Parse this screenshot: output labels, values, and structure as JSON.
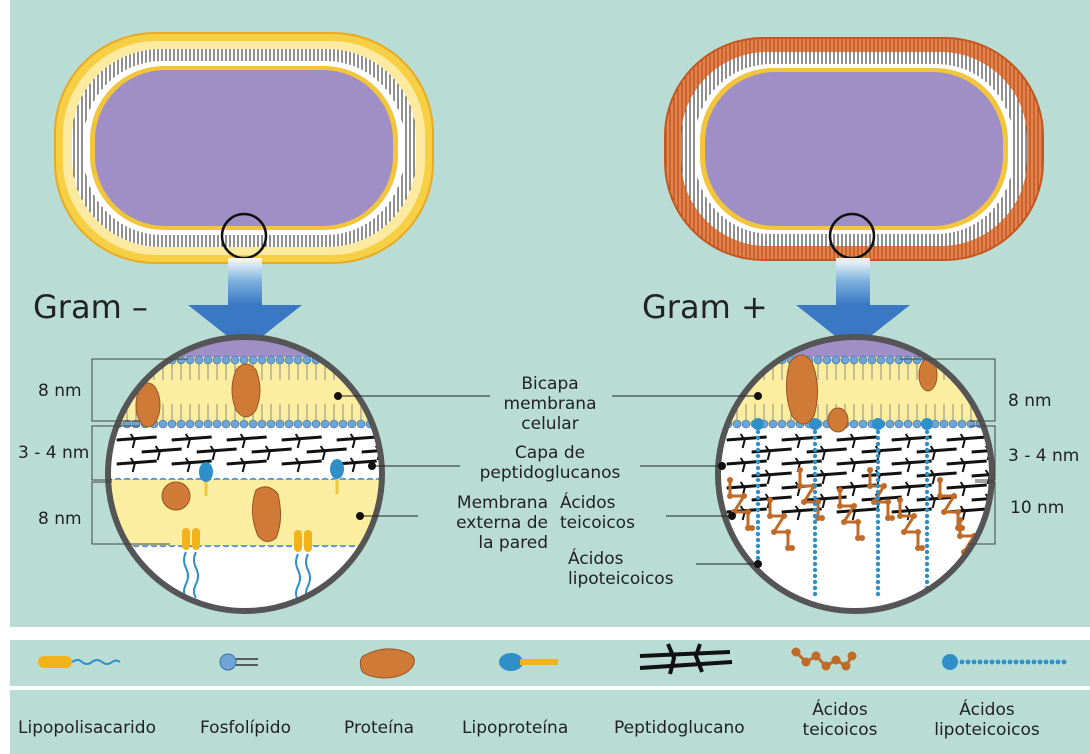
{
  "gram_neg": {
    "title": "Gram –",
    "m1": "8 nm",
    "m2": "3 - 4 nm",
    "m3": "8 nm"
  },
  "gram_pos": {
    "title": "Gram +",
    "m1": "8 nm",
    "m2": "3 - 4 nm",
    "m3": "10 nm"
  },
  "center_labels": {
    "bicapa": [
      "Bicapa",
      "membrana",
      "celular"
    ],
    "capa": [
      "Capa de",
      "peptidoglucanos"
    ],
    "membrana": [
      "Membrana",
      "externa de",
      "la pared"
    ],
    "teicoicos": [
      "Ácidos",
      "teicoicos"
    ],
    "lipoteicoicos": [
      "Ácidos",
      "lipoteicoicos"
    ]
  },
  "legend": [
    {
      "name": "lps",
      "label": "Lipopolisacarido",
      "icon": "lipopolysaccharide-icon"
    },
    {
      "name": "fosfo",
      "label": "Fosfolípido",
      "icon": "phospholipid-icon"
    },
    {
      "name": "prot",
      "label": "Proteína",
      "icon": "protein-icon"
    },
    {
      "name": "lipoprot",
      "label": "Lipoproteína",
      "icon": "lipoprotein-icon"
    },
    {
      "name": "pept",
      "label": "Peptidoglucano",
      "icon": "peptidoglycan-icon"
    },
    {
      "name": "teic",
      "label": "Ácidos teicoicos",
      "icon": "teichoic-acid-icon"
    },
    {
      "name": "lipoteic",
      "label": "Ácidos lipoteicoicos",
      "icon": "lipoteichoic-acid-icon"
    }
  ],
  "legend_text": {
    "l1": "Lipopolisacarido",
    "l2": "Fosfolípido",
    "l3": "Proteína",
    "l4": "Lipoproteína",
    "l5": "Peptidoglucano",
    "l6a": "Ácidos",
    "l6b": "teicoicos",
    "l7a": "Ácidos",
    "l7b": "lipoteicoicos"
  },
  "colors": {
    "background": "#b9ddd4",
    "cytoplasm": "#a08fc6",
    "outer_membrane_yellow": "#f2c53a",
    "peptidoglycan_orange": "#e0763a",
    "protein": "#cf7a36",
    "phospholipid_head": "#6fa4d4",
    "teichoic": "#c06a28",
    "lipoteichoic": "#2f8fc9",
    "arrow": "#3a78c4"
  }
}
